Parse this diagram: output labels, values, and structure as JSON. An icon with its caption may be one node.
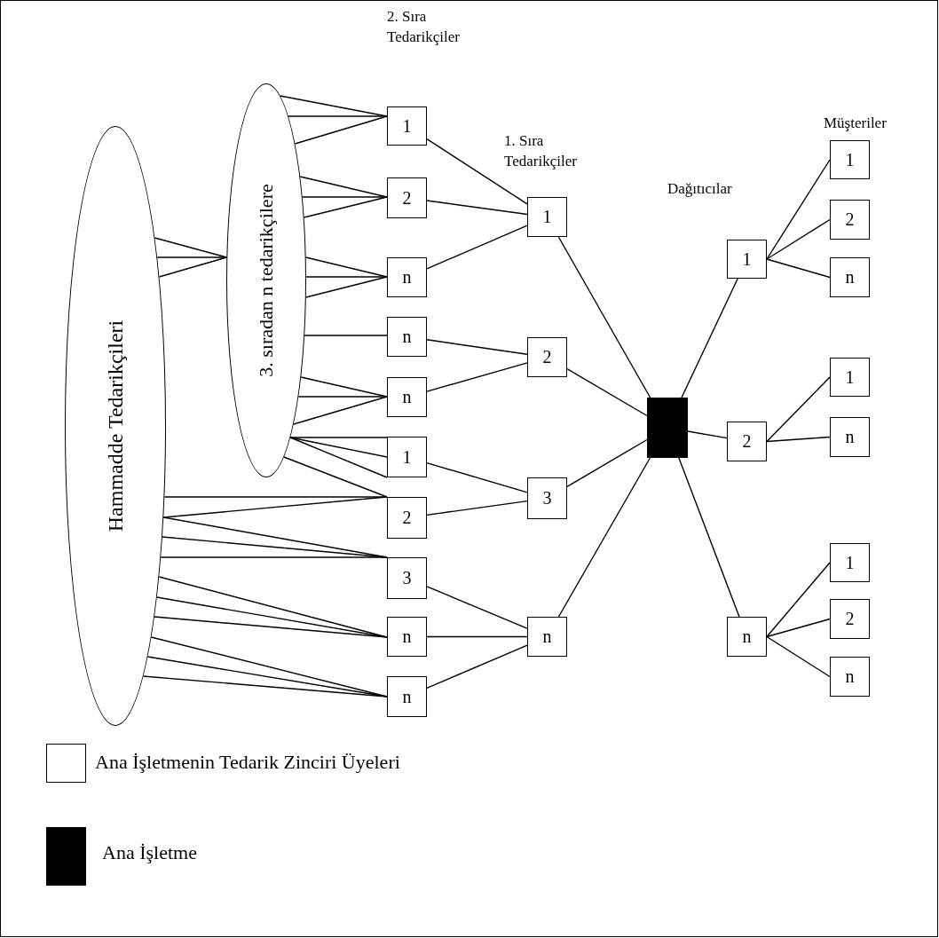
{
  "diagram": {
    "nodes": [
      {
        "text": [
          "Hammadde Tedarikçileri"
        ]
      },
      {
        "text": [
          "3. sıradan n tedarikçilere"
        ]
      },
      {
        "text": [
          "1"
        ]
      },
      {
        "text": [
          "2"
        ]
      },
      {
        "text": [
          "n"
        ]
      },
      {
        "text": [
          "n"
        ]
      },
      {
        "text": [
          "n"
        ]
      },
      {
        "text": [
          "1"
        ]
      },
      {
        "text": [
          "2"
        ]
      },
      {
        "text": [
          "3"
        ]
      },
      {
        "text": [
          "n"
        ]
      },
      {
        "text": [
          "n"
        ]
      },
      {
        "text": [
          "1"
        ]
      },
      {
        "text": [
          "2"
        ]
      },
      {
        "text": [
          "3"
        ]
      },
      {
        "text": [
          "n"
        ]
      },
      {
        "text": [],
        "shape": "box"
      },
      {
        "text": [
          "1"
        ]
      },
      {
        "text": [
          "2"
        ]
      },
      {
        "text": [
          "n"
        ]
      },
      {
        "text": [
          "1"
        ]
      },
      {
        "text": [
          "2"
        ]
      },
      {
        "text": [
          "n"
        ]
      },
      {
        "text": [
          "1"
        ]
      },
      {
        "text": [
          "n"
        ]
      },
      {
        "text": [
          "1"
        ]
      },
      {
        "text": [
          "2"
        ]
      },
      {
        "text": [
          "n"
        ]
      }
    ],
    "edges": [
      {
        "from": 0,
        "to": 1,
        "arrow": "none"
      },
      {
        "from": 0,
        "to": 1,
        "arrow": "none"
      },
      {
        "from": 0,
        "to": 1,
        "arrow": "none"
      },
      {
        "from": 1,
        "to": 2,
        "arrow": "none"
      },
      {
        "from": 1,
        "to": 2,
        "arrow": "none"
      },
      {
        "from": 1,
        "to": 2,
        "arrow": "none"
      },
      {
        "from": 1,
        "to": 3,
        "arrow": "none"
      },
      {
        "from": 1,
        "to": 3,
        "arrow": "none"
      },
      {
        "from": 1,
        "to": 3,
        "arrow": "none"
      },
      {
        "from": 1,
        "to": 4,
        "arrow": "none"
      },
      {
        "from": 1,
        "to": 4,
        "arrow": "none"
      },
      {
        "from": 1,
        "to": 4,
        "arrow": "none"
      },
      {
        "from": 1,
        "to": 5,
        "arrow": "none"
      },
      {
        "from": 1,
        "to": 6,
        "arrow": "none"
      },
      {
        "from": 1,
        "to": 6,
        "arrow": "none"
      },
      {
        "from": 1,
        "to": 6,
        "arrow": "none"
      },
      {
        "from": 1,
        "to": 7,
        "arrow": "none"
      },
      {
        "from": 1,
        "to": 7,
        "arrow": "none"
      },
      {
        "from": 1,
        "to": 7,
        "arrow": "none"
      },
      {
        "from": 1,
        "to": 8,
        "arrow": "none"
      },
      {
        "from": 0,
        "to": 8,
        "arrow": "none"
      },
      {
        "from": 0,
        "to": 8,
        "arrow": "none"
      },
      {
        "from": 0,
        "to": 9,
        "arrow": "none"
      },
      {
        "from": 0,
        "to": 9,
        "arrow": "none"
      },
      {
        "from": 0,
        "to": 9,
        "arrow": "none"
      },
      {
        "from": 0,
        "to": 10,
        "arrow": "none"
      },
      {
        "from": 0,
        "to": 10,
        "arrow": "none"
      },
      {
        "from": 0,
        "to": 10,
        "arrow": "none"
      },
      {
        "from": 0,
        "to": 11,
        "arrow": "none"
      },
      {
        "from": 0,
        "to": 11,
        "arrow": "none"
      },
      {
        "from": 0,
        "to": 11,
        "arrow": "none"
      },
      {
        "from": 2,
        "to": 12,
        "arrow": "none"
      },
      {
        "from": 3,
        "to": 12,
        "arrow": "none"
      },
      {
        "from": 4,
        "to": 12,
        "arrow": "none"
      },
      {
        "from": 5,
        "to": 13,
        "arrow": "none"
      },
      {
        "from": 6,
        "to": 13,
        "arrow": "none"
      },
      {
        "from": 7,
        "to": 14,
        "arrow": "none"
      },
      {
        "from": 8,
        "to": 14,
        "arrow": "none"
      },
      {
        "from": 9,
        "to": 15,
        "arrow": "none"
      },
      {
        "from": 10,
        "to": 15,
        "arrow": "none"
      },
      {
        "from": 11,
        "to": 15,
        "arrow": "none"
      },
      {
        "from": 12,
        "to": 16,
        "arrow": "none"
      },
      {
        "from": 13,
        "to": 16,
        "arrow": "none"
      },
      {
        "from": 14,
        "to": 16,
        "arrow": "none"
      },
      {
        "from": 15,
        "to": 16,
        "arrow": "none"
      },
      {
        "from": 16,
        "to": 17,
        "arrow": "none"
      },
      {
        "from": 16,
        "to": 18,
        "arrow": "none"
      },
      {
        "from": 16,
        "to": 19,
        "arrow": "none"
      },
      {
        "from": 17,
        "to": 20,
        "arrow": "none"
      },
      {
        "from": 17,
        "to": 21,
        "arrow": "none"
      },
      {
        "from": 17,
        "to": 22,
        "arrow": "none"
      },
      {
        "from": 18,
        "to": 23,
        "arrow": "none"
      },
      {
        "from": 18,
        "to": 24,
        "arrow": "none"
      },
      {
        "from": 19,
        "to": 25,
        "arrow": "none"
      },
      {
        "from": 19,
        "to": 26,
        "arrow": "none"
      },
      {
        "from": 19,
        "to": 27,
        "arrow": "none"
      }
    ],
    "labels": [
      "2. Sıra Tedarikçiler",
      "1. Sıra Tedarikçiler",
      "Dağıtıcılar",
      "Müşteriler"
    ],
    "legend": [
      {
        "text": "Ana İşletmenin Tedarik Zinciri Üyeleri",
        "color": "#ffffff"
      },
      {
        "text": "Ana İşletme",
        "color": "#000000"
      }
    ]
  }
}
